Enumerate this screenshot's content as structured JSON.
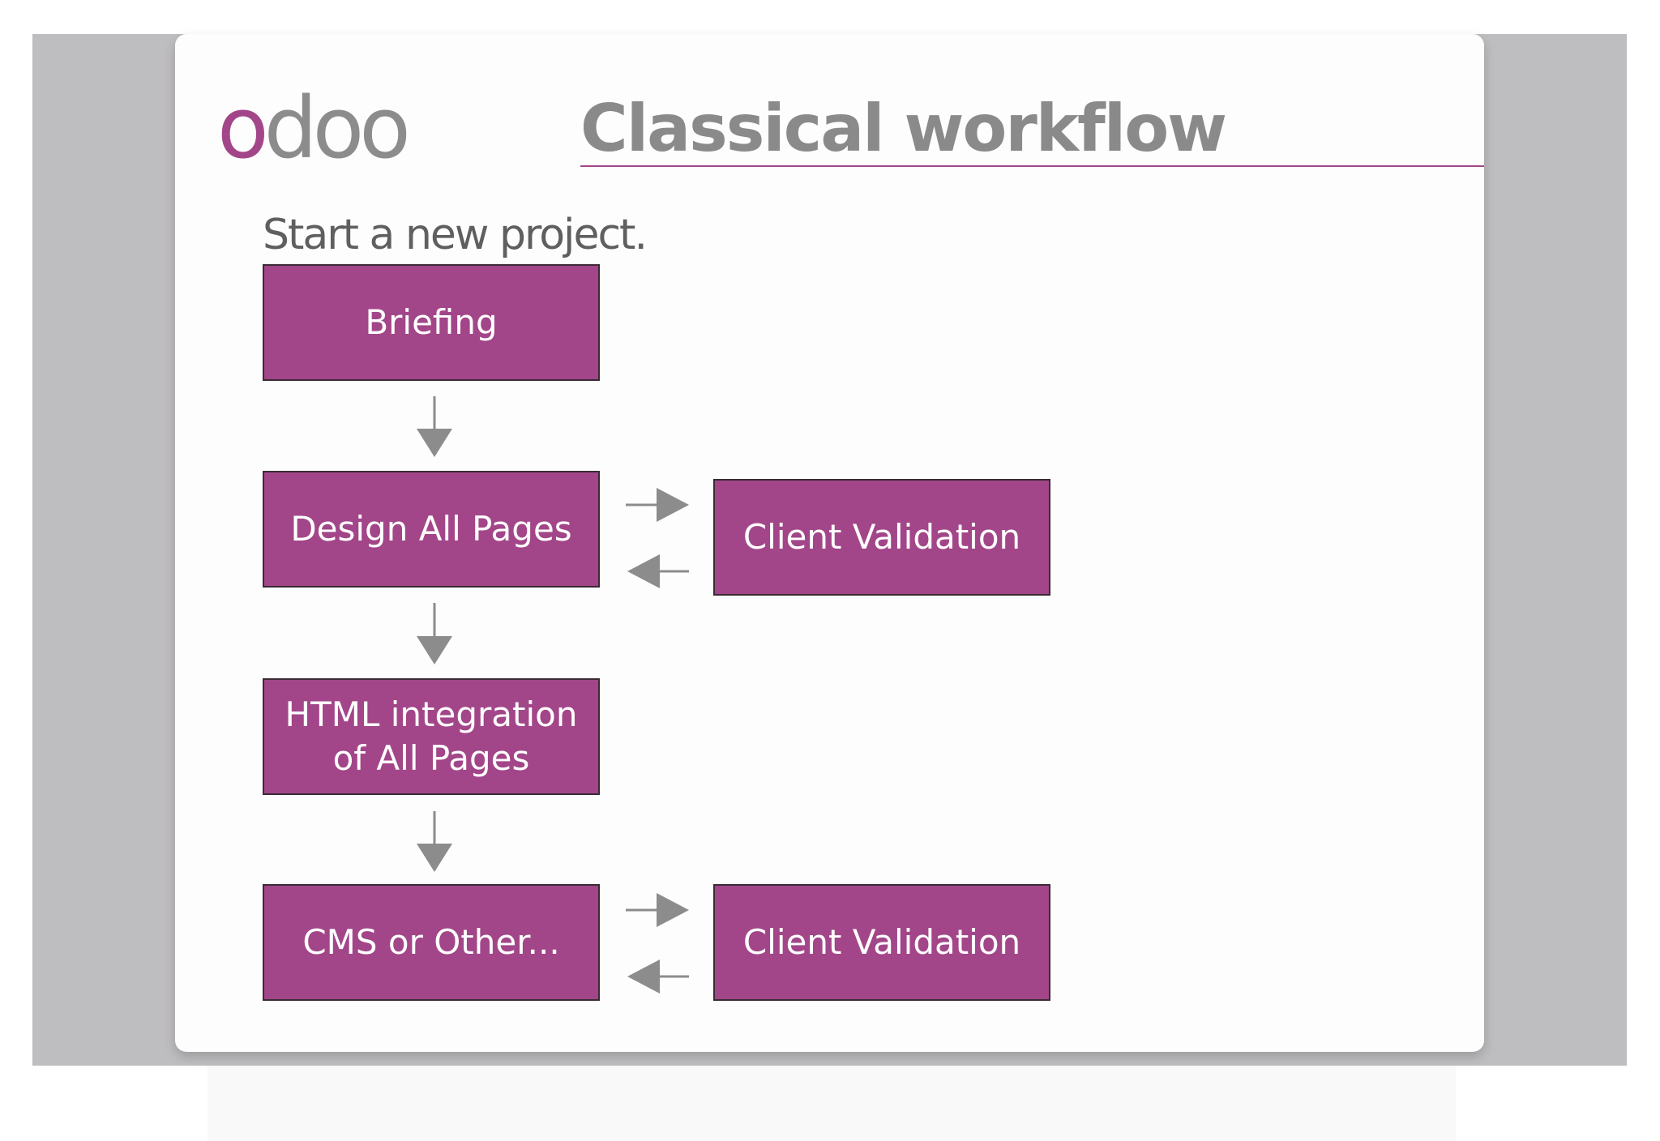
{
  "slide": {
    "logo_text": "odoo",
    "title": "Classical workflow",
    "subtitle": "Start a new project."
  },
  "colors": {
    "accent": "#a24689",
    "arrow": "#8c8c8c",
    "title_text": "#8a8a8a",
    "backdrop": "#bebdbf"
  },
  "diagram": {
    "nodes": {
      "briefing": "Briefing",
      "design_all_pages": "Design All Pages",
      "client_validation_1": "Client Validation",
      "html_integration_line1": "HTML integration",
      "html_integration_line2": "of All Pages",
      "cms_or_other": "CMS or Other...",
      "client_validation_2": "Client Validation"
    },
    "edges": [
      {
        "from": "Briefing",
        "to": "Design All Pages"
      },
      {
        "from": "Design All Pages",
        "to": "Client Validation"
      },
      {
        "from": "Client Validation",
        "to": "Design All Pages"
      },
      {
        "from": "Design All Pages",
        "to": "HTML integration of All Pages"
      },
      {
        "from": "HTML integration of All Pages",
        "to": "CMS or Other..."
      },
      {
        "from": "CMS or Other...",
        "to": "Client Validation"
      },
      {
        "from": "Client Validation",
        "to": "CMS or Other..."
      }
    ]
  }
}
